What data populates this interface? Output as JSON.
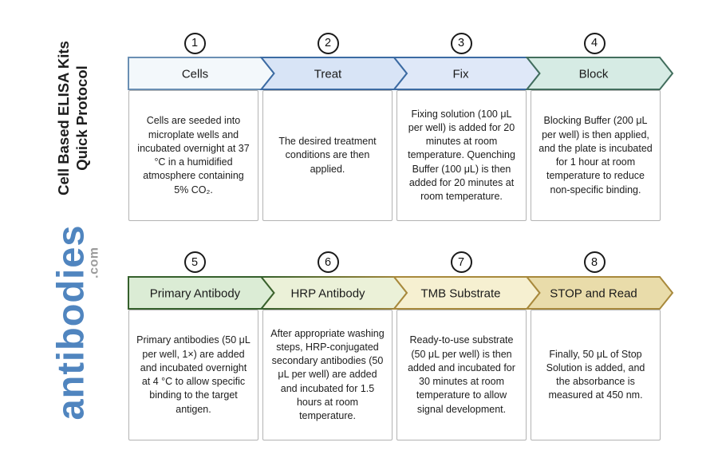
{
  "brand": {
    "title_line1": "Cell Based ELISA Kits",
    "title_line2": "Quick Protocol",
    "logo_text": "antibodies",
    "logo_tld": ".com",
    "logo_color": "#5085bf",
    "tld_color": "#9b9b9b"
  },
  "colors": {
    "circle_border": "#1a1a1a",
    "box_border": "#b3b3b3",
    "body_text": "#1c1c1c"
  },
  "steps": [
    {
      "num": "1",
      "label": "Cells",
      "fill": "#f3f8fb",
      "stroke": "#6a8fb3",
      "description": "Cells are seeded into microplate wells and incubated overnight at 37 °C in a humidified atmosphere containing 5% CO₂."
    },
    {
      "num": "2",
      "label": "Treat",
      "fill": "#d8e4f6",
      "stroke": "#3c6ba3",
      "description": "The desired treatment conditions are then applied."
    },
    {
      "num": "3",
      "label": "Fix",
      "fill": "#dfe8f8",
      "stroke": "#3c6ba3",
      "description": "Fixing solution (100 μL per well) is added for 20 minutes at room temperature. Quenching Buffer (100 μL) is then added for 20 minutes at room temperature."
    },
    {
      "num": "4",
      "label": "Block",
      "fill": "#d6ebe4",
      "stroke": "#426e5d",
      "description": "Blocking Buffer (200 μL per well) is then applied, and the plate is incubated for 1 hour at room temperature to reduce non-specific binding."
    },
    {
      "num": "5",
      "label": "Primary Antibody",
      "fill": "#dbecd5",
      "stroke": "#35602c",
      "description": "Primary antibodies (50 μL per well, 1×) are added and incubated overnight at 4 °C to allow specific binding to the target antigen."
    },
    {
      "num": "6",
      "label": "HRP Antibody",
      "fill": "#ebf1d8",
      "stroke_from": "#35602c",
      "stroke_to": "#a8893c",
      "description": "After appropriate washing steps, HRP-conjugated secondary antibodies (50 μL per well) are added and incubated for 1.5 hours at room temperature."
    },
    {
      "num": "7",
      "label": "TMB Substrate",
      "fill": "#f6f0d1",
      "stroke": "#a8893c",
      "description": "Ready-to-use substrate (50 μL per well) is then added and incubated for 30 minutes at room temperature to allow signal development."
    },
    {
      "num": "8",
      "label": "STOP and Read",
      "fill": "#e9dcaa",
      "stroke": "#a8893c",
      "description": "Finally, 50 μL of Stop Solution is added, and the absorbance is measured at 450 nm."
    }
  ]
}
